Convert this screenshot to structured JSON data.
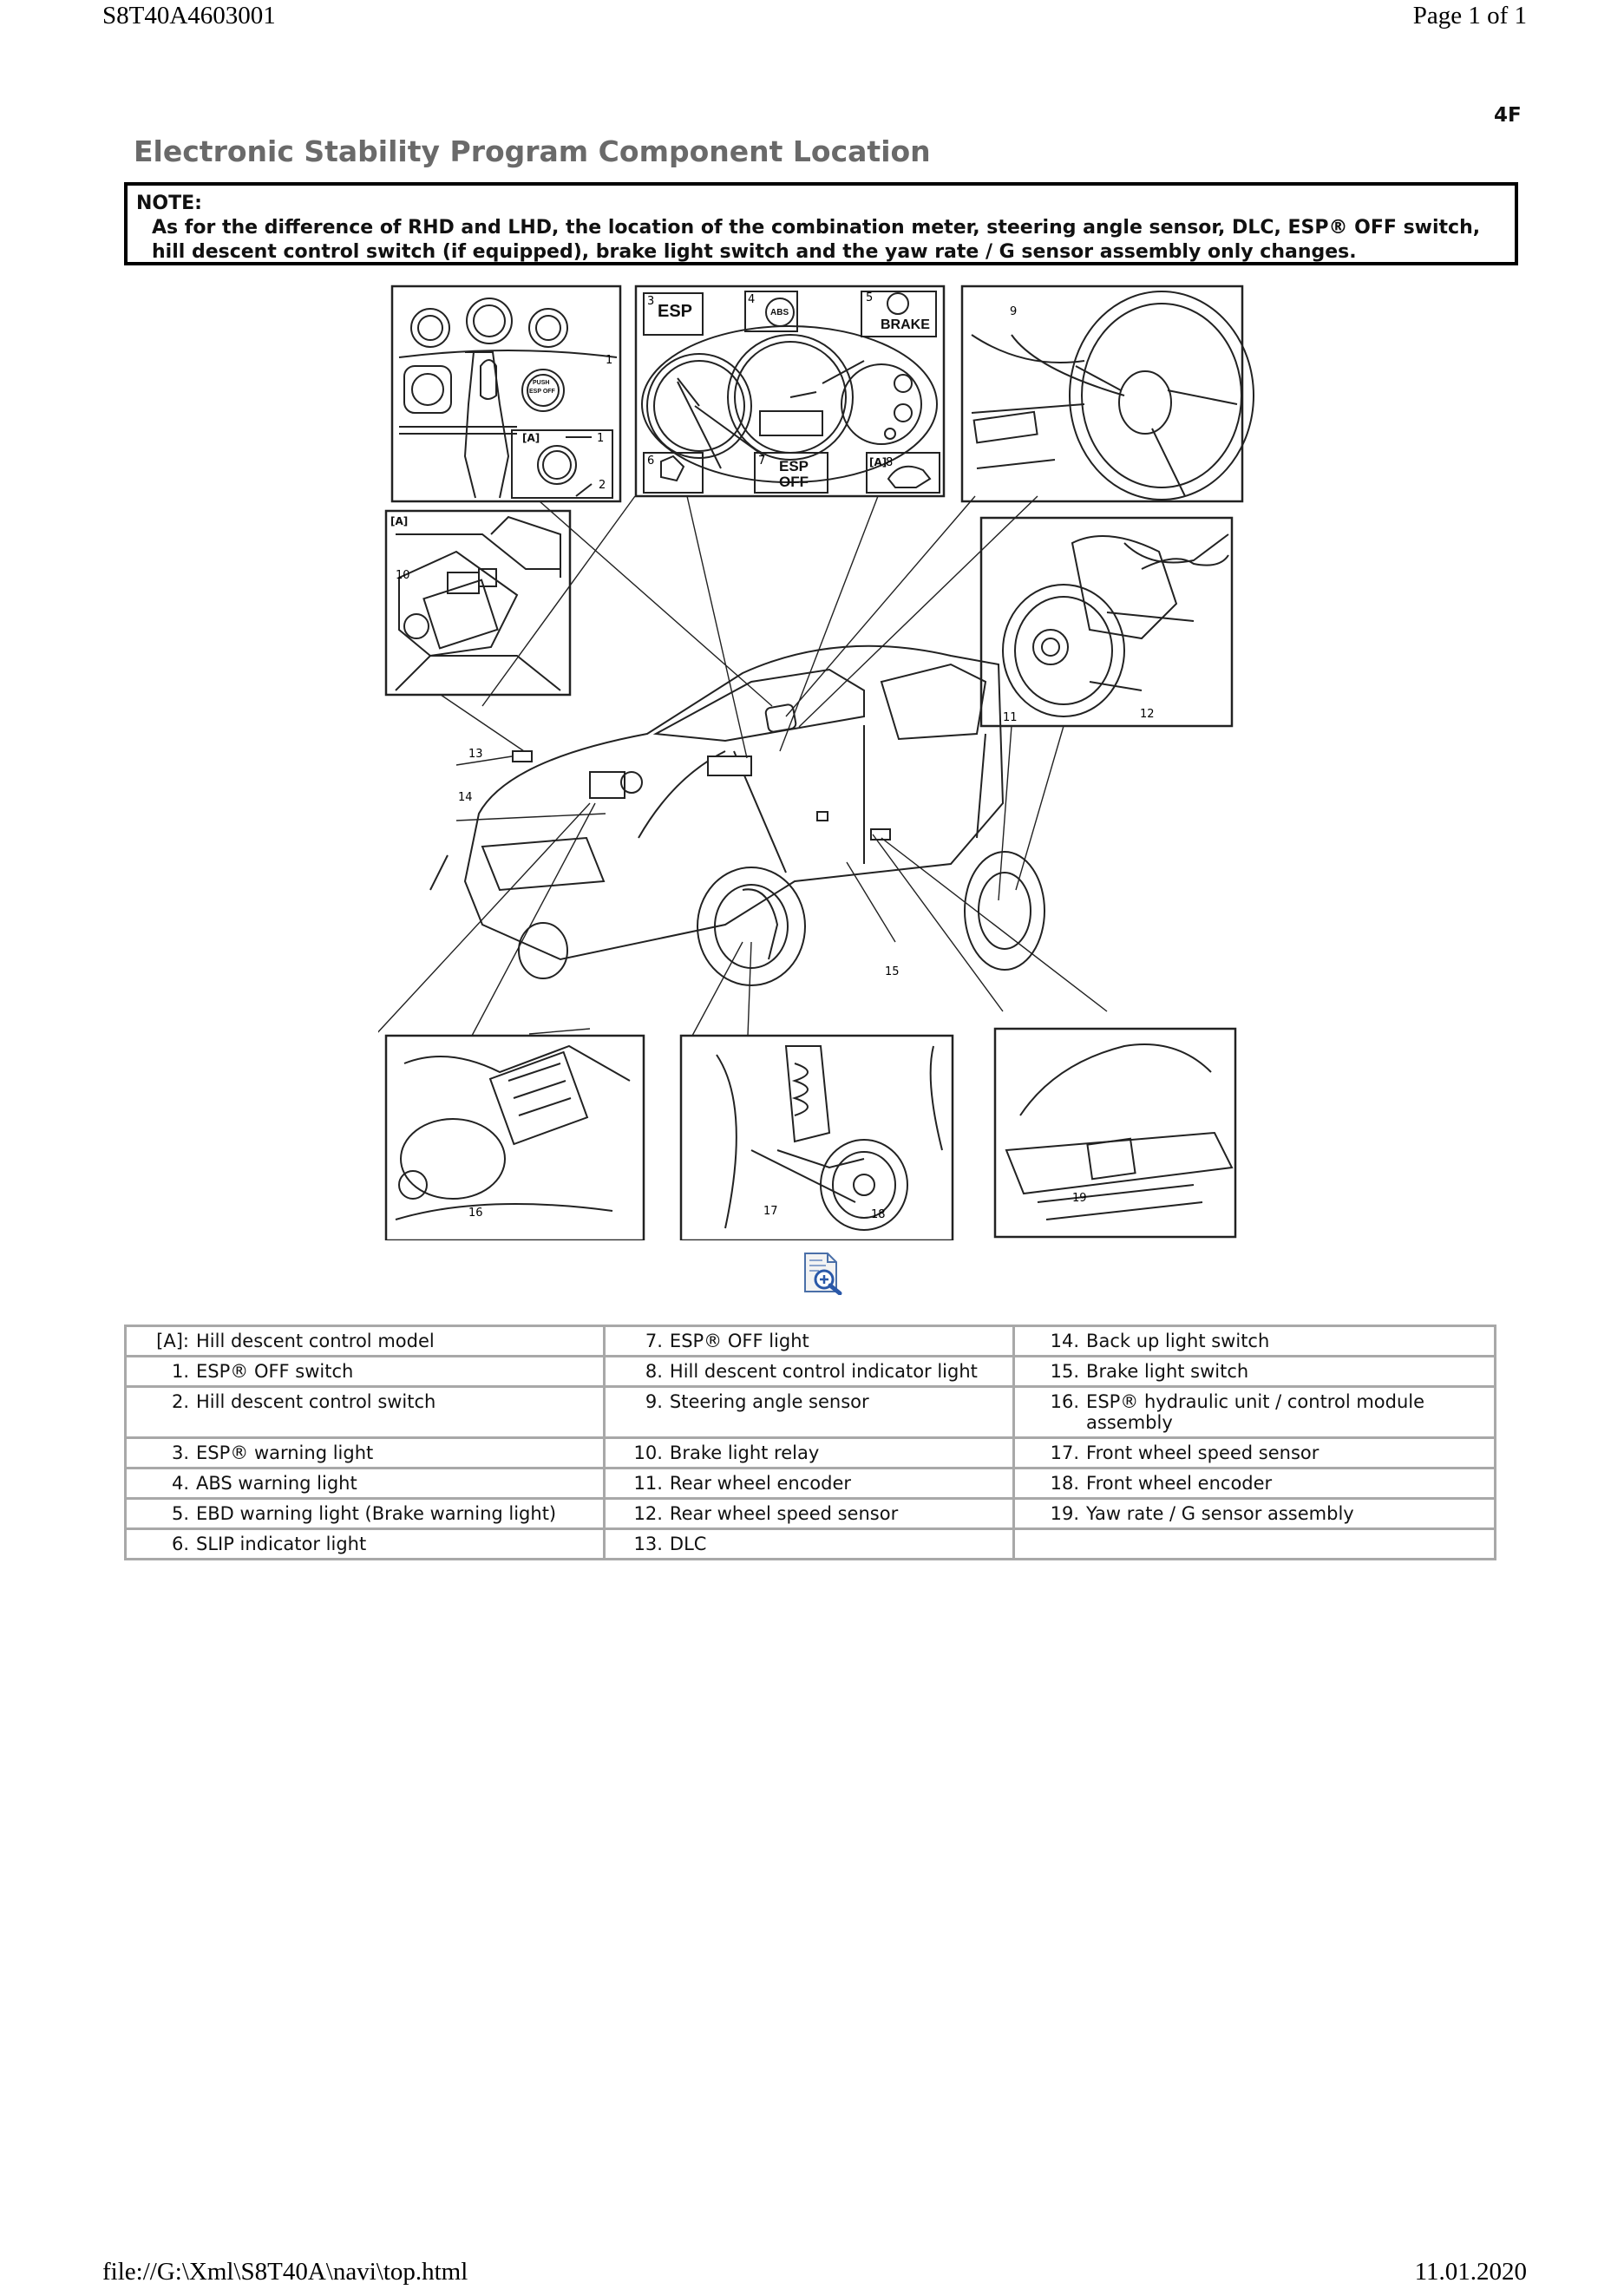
{
  "header": {
    "doc_id": "S8T40A4603001",
    "page": "Page 1 of 1"
  },
  "section_code": "4F",
  "title": "Electronic Stability Program Component Location",
  "note": {
    "label": "NOTE:",
    "text": "As for the difference of RHD and LHD, the location of the combination meter, steering angle sensor, DLC, ESP® OFF switch, hill descent control switch (if equipped), brake light switch and the yaw rate / G sensor assembly only changes."
  },
  "diagram": {
    "panel_tags": [
      "[A]",
      "[A]",
      "[A]"
    ],
    "callouts": [
      "1",
      "1",
      "2",
      "3",
      "4",
      "5",
      "6",
      "7",
      "8",
      "9",
      "10",
      "11",
      "12",
      "13",
      "14",
      "15",
      "16",
      "17",
      "18",
      "19"
    ],
    "meter_icons": {
      "esp": "ESP",
      "abs": "ABS",
      "brake": "BRAKE",
      "esp_off_1": "ESP",
      "esp_off_2": "OFF"
    },
    "switch_labels": {
      "push": "PUSH",
      "esp_off": "ESP OFF"
    },
    "zoom_icon": "zoom-icon"
  },
  "legend": {
    "rows": [
      [
        {
          "num": "[A]:",
          "text": "Hill descent control model"
        },
        {
          "num": "7.",
          "text": "ESP® OFF light"
        },
        {
          "num": "14.",
          "text": "Back up light switch"
        }
      ],
      [
        {
          "num": "1.",
          "text": "ESP® OFF switch"
        },
        {
          "num": "8.",
          "text": "Hill descent control indicator light"
        },
        {
          "num": "15.",
          "text": "Brake light switch"
        }
      ],
      [
        {
          "num": "2.",
          "text": "Hill descent control switch"
        },
        {
          "num": "9.",
          "text": "Steering angle sensor"
        },
        {
          "num": "16.",
          "text": "ESP® hydraulic unit / control module assembly"
        }
      ],
      [
        {
          "num": "3.",
          "text": "ESP® warning light"
        },
        {
          "num": "10.",
          "text": "Brake light relay"
        },
        {
          "num": "17.",
          "text": "Front wheel speed sensor"
        }
      ],
      [
        {
          "num": "4.",
          "text": "ABS warning light"
        },
        {
          "num": "11.",
          "text": "Rear wheel encoder"
        },
        {
          "num": "18.",
          "text": "Front wheel encoder"
        }
      ],
      [
        {
          "num": "5.",
          "text": "EBD warning light (Brake warning light)"
        },
        {
          "num": "12.",
          "text": "Rear wheel speed sensor"
        },
        {
          "num": "19.",
          "text": "Yaw rate / G sensor assembly"
        }
      ],
      [
        {
          "num": "6.",
          "text": "SLIP indicator light"
        },
        {
          "num": "13.",
          "text": "DLC"
        },
        {
          "num": "",
          "text": ""
        }
      ]
    ]
  },
  "footer": {
    "path": "file://G:\\Xml\\S8T40A\\navi\\top.html",
    "date": "11.01.2020"
  }
}
